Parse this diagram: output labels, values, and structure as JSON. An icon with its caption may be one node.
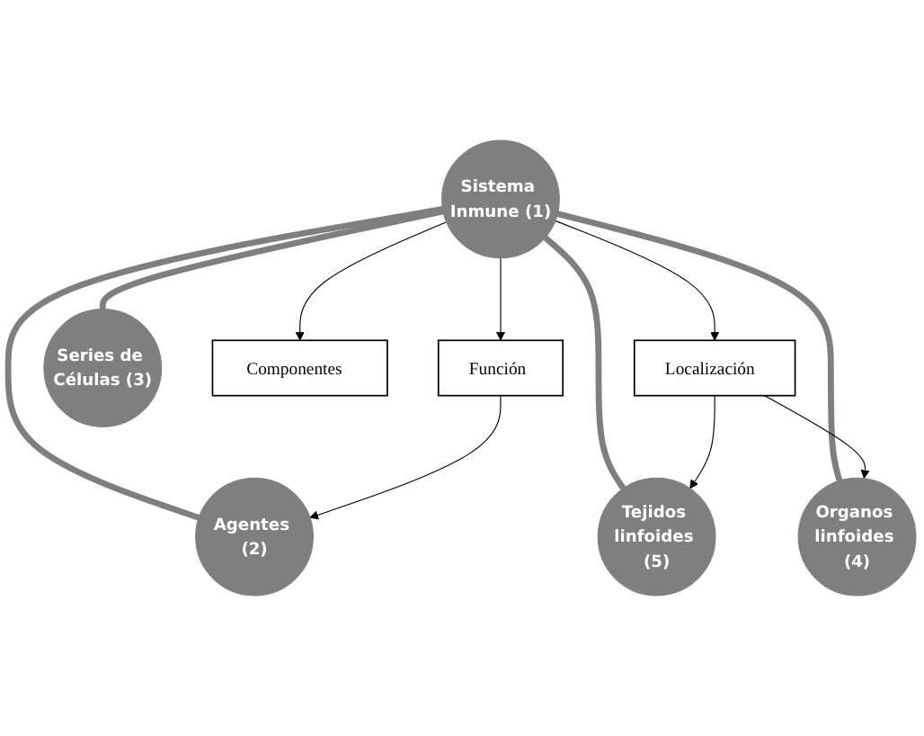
{
  "diagram": {
    "nodes": [
      {
        "text": [
          "Agentes (2)"
        ]
      },
      {
        "text": [
          "Función"
        ]
      },
      {
        "text": [
          "Series de Células (3)"
        ]
      },
      {
        "text": [
          "Sistema Inmune (1)"
        ]
      },
      {
        "text": [
          "Tejidos linfoides (5)"
        ]
      },
      {
        "text": [
          "Componentes"
        ]
      },
      {
        "text": [
          "Organos linfoides (4)"
        ]
      },
      {
        "text": [
          "Localización"
        ]
      }
    ],
    "edges": [
      {
        "from": 3,
        "to": 0,
        "arrow": "none",
        "style": "thick",
        "color": "#7f7f7f"
      },
      {
        "from": 3,
        "to": 2,
        "arrow": "none",
        "style": "thick",
        "color": "#7f7f7f"
      },
      {
        "from": 3,
        "to": 4,
        "arrow": "none",
        "style": "thick",
        "color": "#7f7f7f"
      },
      {
        "from": 3,
        "to": 6,
        "arrow": "none",
        "style": "thick",
        "color": "#7f7f7f"
      },
      {
        "from": 1,
        "to": 0,
        "arrow": "to"
      },
      {
        "from": 3,
        "to": 1,
        "arrow": "to"
      },
      {
        "from": 3,
        "to": 5,
        "arrow": "to"
      },
      {
        "from": 3,
        "to": 7,
        "arrow": "to"
      },
      {
        "from": 7,
        "to": 4,
        "arrow": "to"
      },
      {
        "from": 7,
        "to": 6,
        "arrow": "to"
      }
    ]
  }
}
